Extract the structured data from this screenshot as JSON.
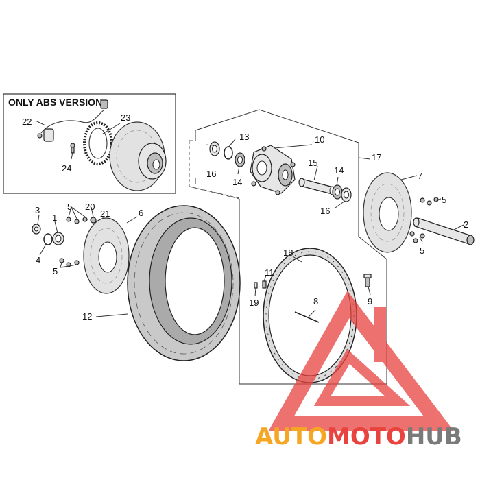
{
  "inset": {
    "title": "ONLY ABS VERSION"
  },
  "labels": {
    "l1": "1",
    "l2": "2",
    "l3": "3",
    "l4": "4",
    "l5a": "5",
    "l5b": "5",
    "l5c": "5",
    "l5d": "5",
    "l6": "6",
    "l7": "7",
    "l8": "8",
    "l9": "9",
    "l10": "10",
    "l11": "11",
    "l12": "12",
    "l13": "13",
    "l14a": "14",
    "l14b": "14",
    "l15": "15",
    "l16a": "16",
    "l16b": "16",
    "l17": "17",
    "l18": "18",
    "l19": "19",
    "l20": "20",
    "l21": "21",
    "l22": "22",
    "l23": "23",
    "l24": "24"
  },
  "watermark": {
    "part1": "AUTO",
    "part2": "MOTO",
    "part3": "HUB"
  },
  "colors": {
    "watermark_red": "#e8433f",
    "watermark_orange": "#f5a623",
    "watermark_gray": "#7a7a7a"
  }
}
